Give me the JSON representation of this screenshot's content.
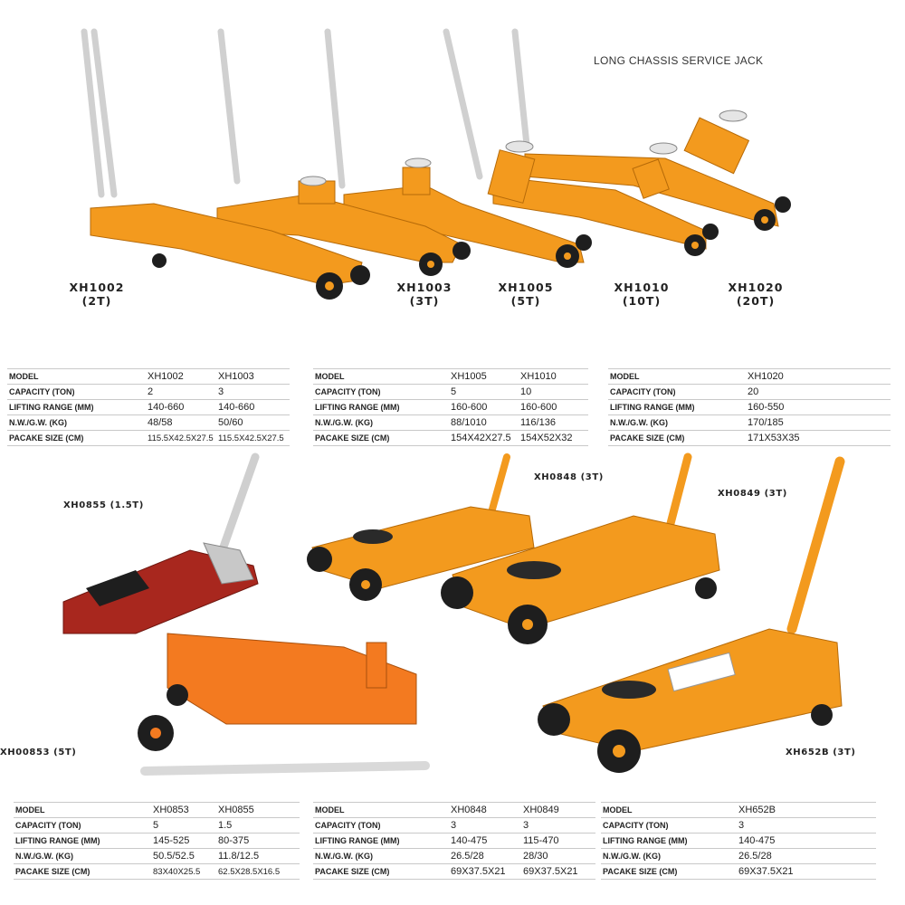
{
  "hero": {
    "title": "LONG CHASSIS SERVICE JACK",
    "models": [
      {
        "name": "XH1002",
        "cap": "(2T)"
      },
      {
        "name": "XH1003",
        "cap": "(3T)"
      },
      {
        "name": "XH1005",
        "cap": "(5T)"
      },
      {
        "name": "XH1010",
        "cap": "(10T)"
      },
      {
        "name": "XH1020",
        "cap": "(20T)"
      }
    ]
  },
  "row_labels": [
    "MODEL",
    "CAPACITY (TON)",
    "LIFTING RANGE (MM)",
    "N.W./G.W. (KG)",
    "PACAKE SIZE (CM)"
  ],
  "tables": {
    "t1": {
      "cols": [
        [
          "XH1002",
          "2",
          "140-660",
          "48/58",
          "115.5X42.5X27.5"
        ],
        [
          "XH1003",
          "3",
          "140-660",
          "50/60",
          "115.5X42.5X27.5"
        ]
      ]
    },
    "t2": {
      "cols": [
        [
          "XH1005",
          "5",
          "160-600",
          "88/1010",
          "154X42X27.5"
        ],
        [
          "XH1010",
          "10",
          "160-600",
          "116/136",
          "154X52X32"
        ]
      ]
    },
    "t3": {
      "cols": [
        [
          "XH1020",
          "20",
          "160-550",
          "170/185",
          "171X53X35"
        ]
      ]
    },
    "t4": {
      "cols": [
        [
          "XH0853",
          "5",
          "145-525",
          "50.5/52.5",
          "83X40X25.5"
        ],
        [
          "XH0855",
          "1.5",
          "80-375",
          "11.8/12.5",
          "62.5X28.5X16.5"
        ]
      ]
    },
    "t5": {
      "cols": [
        [
          "XH0848",
          "3",
          "140-475",
          "26.5/28",
          "69X37.5X21"
        ],
        [
          "XH0849",
          "3",
          "115-470",
          "28/30",
          "69X37.5X21"
        ]
      ]
    },
    "t6": {
      "cols": [
        [
          "XH652B",
          "3",
          "140-475",
          "26.5/28",
          "69X37.5X21"
        ]
      ]
    }
  },
  "lower_tags": {
    "xh0855": "XH0855 (1.5T)",
    "xh0848": "XH0848 (3T)",
    "xh0849": "XH0849 (3T)",
    "xh0853": "XH00853 (5T)",
    "xh652b": "XH652B (3T)"
  },
  "colors": {
    "jack_orange": "#f39a1e",
    "jack_red": "#a8271e",
    "handle_grey": "#d4d4d4"
  }
}
